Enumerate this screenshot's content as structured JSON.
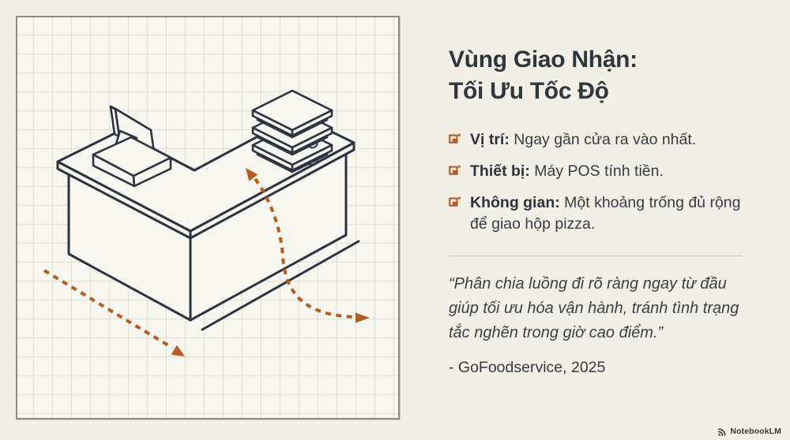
{
  "content": {
    "title_line1": "Vùng Giao Nhận:",
    "title_line2": "Tối Ưu Tốc Độ",
    "bullets": [
      {
        "label": "Vị trí:",
        "text": " Ngay gần cửa ra vào nhất."
      },
      {
        "label": "Thiết bị:",
        "text": " Máy POS tính tiền."
      },
      {
        "label": "Không gian:",
        "text": " Một khoảng trống đủ rộng để giao hộp pizza."
      }
    ],
    "quote": "“Phân chia luồng đi rõ ràng ngay từ đầu giúp tối ưu hóa vận hành, tránh tình trạng tắc nghẽn trong giờ cao điểm.”",
    "attribution": "- GoFoodservice, 2025"
  },
  "footer": {
    "brand": "NotebookLM"
  },
  "illustration": {
    "description": "Isometric sketch of an L-shaped service counter on grid paper with a POS terminal, a stack of three pizza boxes and dashed flow arrows",
    "icons": [
      "corner-frame-bullet-icon",
      "notebooklm-logo-icon"
    ]
  },
  "colors": {
    "accent_orange": "#b65c1e",
    "ink": "#2c3440",
    "page_background": "#f1efe7",
    "panel_background": "#f7f6f0",
    "grid_line": "#e2e1d8",
    "title_text": "#2f373d",
    "body_text": "#363c42",
    "divider": "#c9c6bc"
  }
}
